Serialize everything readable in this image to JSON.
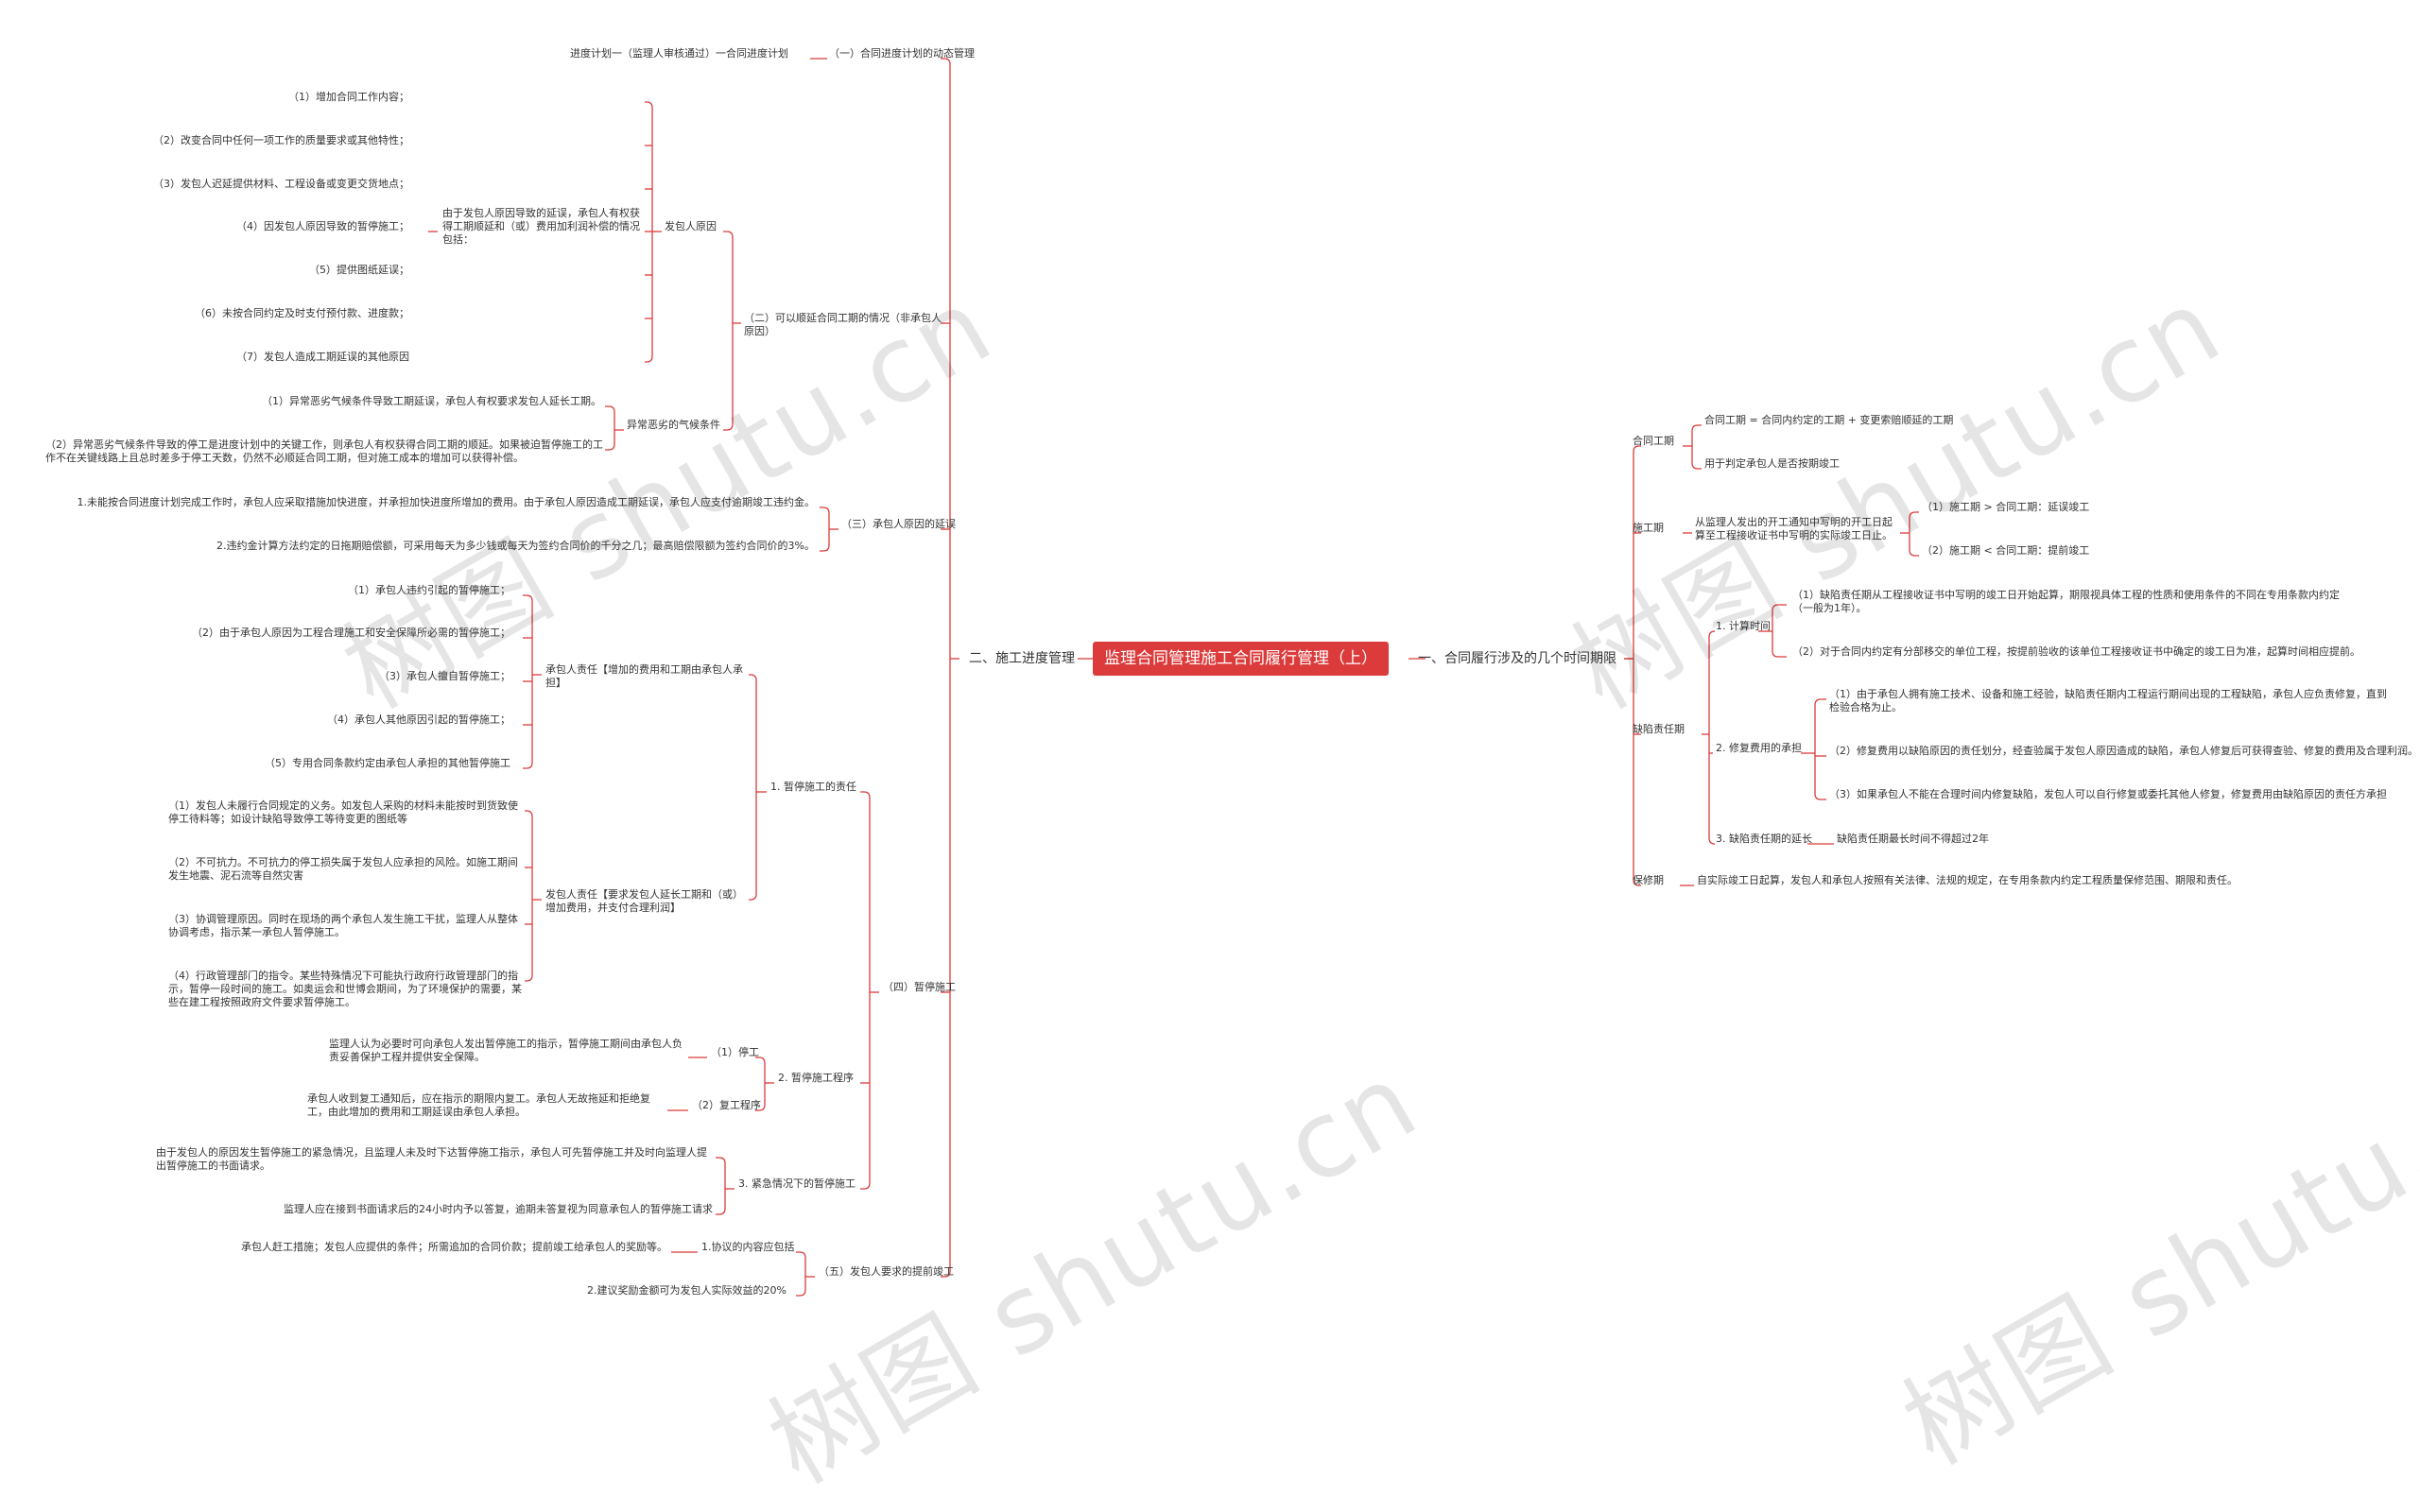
{
  "root": {
    "label": "监理合同管理施工合同履行管理（上）"
  },
  "colors": {
    "accent": "#dc3b3b",
    "line": "#dc3b3b"
  },
  "watermark": "树图 shutu.cn",
  "right": {
    "title": "一、合同履行涉及的几个时间期限",
    "contract_period": {
      "label": "合同工期",
      "items": [
        "合同工期 = 合同内约定的工期 + 变更索赔顺延的工期",
        "用于判定承包人是否按期竣工"
      ]
    },
    "construction_period": {
      "label": "施工期",
      "desc": "从监理人发出的开工通知中写明的开工日起算至工程接收证书中写明的实际竣工日止。",
      "items": [
        "（1）施工期 > 合同工期：延误竣工",
        "（2）施工期 < 合同工期：提前竣工"
      ]
    },
    "defect_period": {
      "label": "缺陷责任期",
      "timing": {
        "label": "1. 计算时间",
        "items": [
          "（1）缺陷责任期从工程接收证书中写明的竣工日开始起算，期限视具体工程的性质和使用条件的不同在专用条款内约定（一般为1年）。",
          "（2）对于合同内约定有分部移交的单位工程，按提前验收的该单位工程接收证书中确定的竣工日为准，起算时间相应提前。"
        ]
      },
      "repair": {
        "label": "2. 修复费用的承担",
        "items": [
          "（1）由于承包人拥有施工技术、设备和施工经验，缺陷责任期内工程运行期间出现的工程缺陷，承包人应负责修复，直到检验合格为止。",
          "（2）修复费用以缺陷原因的责任划分，经查验属于发包人原因造成的缺陷，承包人修复后可获得查验、修复的费用及合理利润。",
          "（3）如果承包人不能在合理时间内修复缺陷，发包人可以自行修复或委托其他人修复，修复费用由缺陷原因的责任方承担"
        ]
      },
      "extension": {
        "label": "3. 缺陷责任期的延长",
        "desc": "缺陷责任期最长时间不得超过2年"
      }
    },
    "warranty": {
      "label": "保修期",
      "desc": "自实际竣工日起算，发包人和承包人按照有关法律、法规的规定，在专用条款内约定工程质量保修范围、期限和责任。"
    }
  },
  "left": {
    "title": "二、施工进度管理",
    "dynamic": {
      "label": "（一）合同进度计划的动态管理",
      "desc": "进度计划一（监理人审核通过）一合同进度计划"
    },
    "extension": {
      "label": "（二）可以顺延合同工期的情况（非承包人原因）",
      "employer": {
        "label": "发包人原因",
        "head": "由于发包人原因导致的延误，承包人有权获得工期顺延和（或）费用加利润补偿的情况包括：",
        "items": [
          "（1）增加合同工作内容；",
          "（2）改变合同中任何一项工作的质量要求或其他特性；",
          "（3）发包人迟延提供材料、工程设备或变更交货地点；",
          "（4）因发包人原因导致的暂停施工；",
          "（5）提供图纸延误；",
          "（6）未按合同约定及时支付预付款、进度款；",
          "（7）发包人造成工期延误的其他原因"
        ]
      },
      "weather": {
        "label": "异常恶劣的气候条件",
        "items": [
          "（1）异常恶劣气候条件导致工期延误，承包人有权要求发包人延长工期。",
          "（2）异常恶劣气候条件导致的停工是进度计划中的关键工作，则承包人有权获得合同工期的顺延。如果被迫暂停施工的工作不在关键线路上且总时差多于停工天数，仍然不必顺延合同工期，但对施工成本的增加可以获得补偿。"
        ]
      }
    },
    "contractor_delay": {
      "label": "（三）承包人原因的延误",
      "items": [
        "1.未能按合同进度计划完成工作时，承包人应采取措施加快进度，并承担加快进度所增加的费用。由于承包人原因造成工期延误，承包人应支付逾期竣工违约金。",
        "2.违约金计算方法约定的日拖期赔偿额，可采用每天为多少钱或每天为签约合同价的千分之几；最高赔偿限额为签约合同价的3%。"
      ]
    },
    "suspension": {
      "label": "（四）暂停施工",
      "responsibility": {
        "label": "1. 暂停施工的责任",
        "contractor": {
          "label": "承包人责任【增加的费用和工期由承包人承担】",
          "items": [
            "（1）承包人违约引起的暂停施工；",
            "（2）由于承包人原因为工程合理施工和安全保障所必需的暂停施工；",
            "（3）承包人擅自暂停施工；",
            "（4）承包人其他原因引起的暂停施工；",
            "（5）专用合同条款约定由承包人承担的其他暂停施工"
          ]
        },
        "employer": {
          "label": "发包人责任【要求发包人延长工期和（或）增加费用，并支付合理利润】",
          "items": [
            "（1）发包人未履行合同规定的义务。如发包人采购的材料未能按时到货致使停工待料等；如设计缺陷导致停工等待变更的图纸等",
            "（2）不可抗力。不可抗力的停工损失属于发包人应承担的风险。如施工期间发生地震、泥石流等自然灾害",
            "（3）协调管理原因。同时在现场的两个承包人发生施工干扰，监理人从整体协调考虑，指示某一承包人暂停施工。",
            "（4）行政管理部门的指令。某些特殊情况下可能执行政府行政管理部门的指示，暂停一段时间的施工。如奥运会和世博会期间，为了环境保护的需要，某些在建工程按照政府文件要求暂停施工。"
          ]
        }
      },
      "procedure": {
        "label": "2. 暂停施工程序",
        "stop": {
          "label": "（1）停工",
          "desc": "监理人认为必要时可向承包人发出暂停施工的指示，暂停施工期间由承包人负责妥善保护工程并提供安全保障。"
        },
        "resume": {
          "label": "（2）复工程序",
          "desc": "承包人收到复工通知后，应在指示的期限内复工。承包人无故拖延和拒绝复工，由此增加的费用和工期延误由承包人承担。"
        }
      },
      "emergency": {
        "label": "3. 紧急情况下的暂停施工",
        "items": [
          "由于发包人的原因发生暂停施工的紧急情况，且监理人未及时下达暂停施工指示，承包人可先暂停施工并及时向监理人提出暂停施工的书面请求。",
          "监理人应在接到书面请求后的24小时内予以答复，逾期未答复视为同意承包人的暂停施工请求"
        ]
      }
    },
    "early": {
      "label": "（五）发包人要求的提前竣工",
      "agreement": {
        "label": "1.协议的内容应包括",
        "desc": "承包人赶工措施；发包人应提供的条件；所需追加的合同价款；提前竣工给承包人的奖励等。"
      },
      "bonus": "2.建议奖励金额可为发包人实际效益的20%"
    }
  }
}
